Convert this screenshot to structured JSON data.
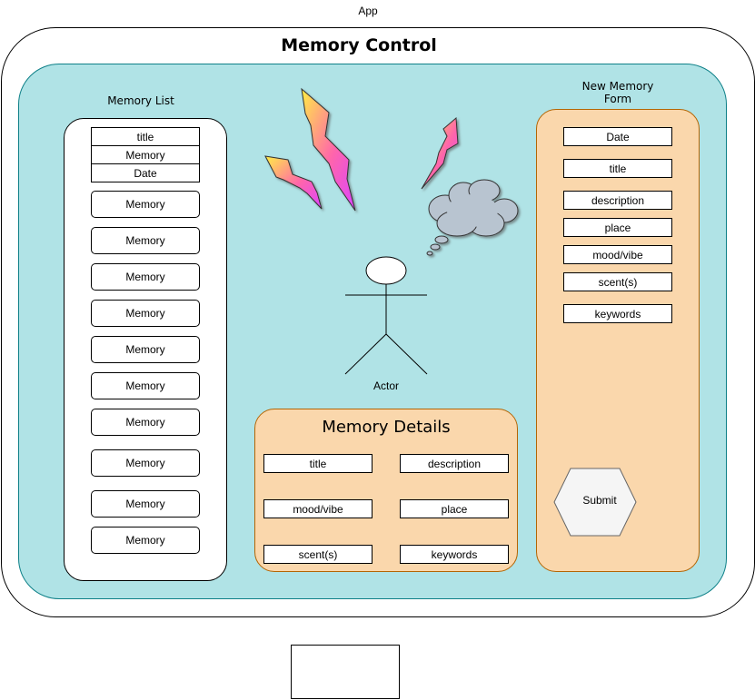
{
  "app": {
    "label": "App"
  },
  "memory_control": {
    "title": "Memory Control"
  },
  "memory_list": {
    "label": "Memory List",
    "header_rows": [
      "title",
      "Memory",
      "Date"
    ],
    "items": [
      "Memory",
      "Memory",
      "Memory",
      "Memory",
      "Memory",
      "Memory",
      "Memory",
      "Memory",
      "Memory",
      "Memory"
    ]
  },
  "actor": {
    "label": "Actor"
  },
  "memory_details": {
    "title": "Memory Details",
    "fields": [
      "title",
      "description",
      "mood/vibe",
      "place",
      "scent(s)",
      "keywords"
    ]
  },
  "new_memory_form": {
    "label_line1": "New Memory",
    "label_line2": "Form",
    "fields": [
      "Date",
      "title",
      "description",
      "place",
      "mood/vibe",
      "scent(s)",
      "keywords"
    ],
    "submit_label": "Submit"
  },
  "colors": {
    "inner_fill": "#b0e3e6",
    "panel_fill": "#fad7ac",
    "panel_stroke": "#b46504",
    "cloud_fill": "#b8c4d0",
    "bolt_start": "#ffee44",
    "bolt_end": "#dd44ff"
  }
}
